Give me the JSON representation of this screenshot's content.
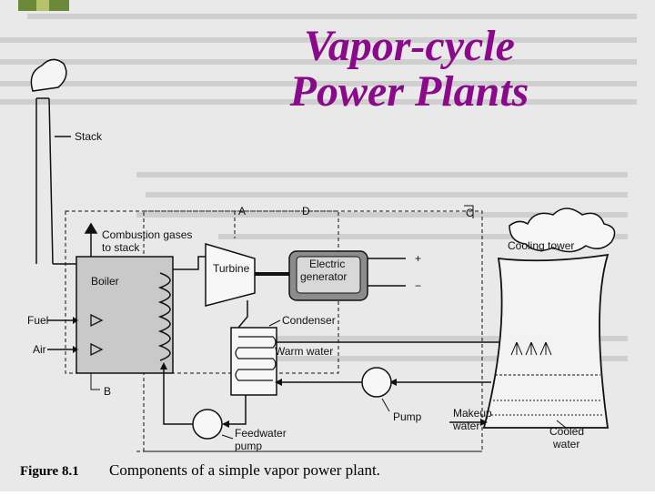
{
  "slide": {
    "title_line1": "Vapor-cycle",
    "title_line2": "Power Plants"
  },
  "figure": {
    "caption_prefix": "Figure 8.1",
    "caption_text": "Components of a simple vapor power plant.",
    "labels": {
      "stack": "Stack",
      "combustion_line1": "Combustion gases",
      "combustion_line2": "to stack",
      "boiler": "Boiler",
      "fuel": "Fuel",
      "air": "Air",
      "turbine": "Turbine",
      "generator_line1": "Electric",
      "generator_line2": "generator",
      "condenser": "Condenser",
      "warm_water": "Warm water",
      "cooling_tower": "Cooling tower",
      "pump": "Pump",
      "makeup_line1": "Makeup",
      "makeup_line2": "water",
      "cooled_line1": "Cooled",
      "cooled_line2": "water",
      "feedwater_line1": "Feedwater",
      "feedwater_line2": "pump",
      "point_a": "A",
      "point_b": "B",
      "point_c": "C",
      "point_d": "D",
      "plus": "+",
      "minus": "−"
    }
  },
  "colors": {
    "title": "#8b0a8b",
    "ink": "#111111",
    "paper": "#e9e9e9",
    "boiler_fill": "#c9c9c9"
  }
}
